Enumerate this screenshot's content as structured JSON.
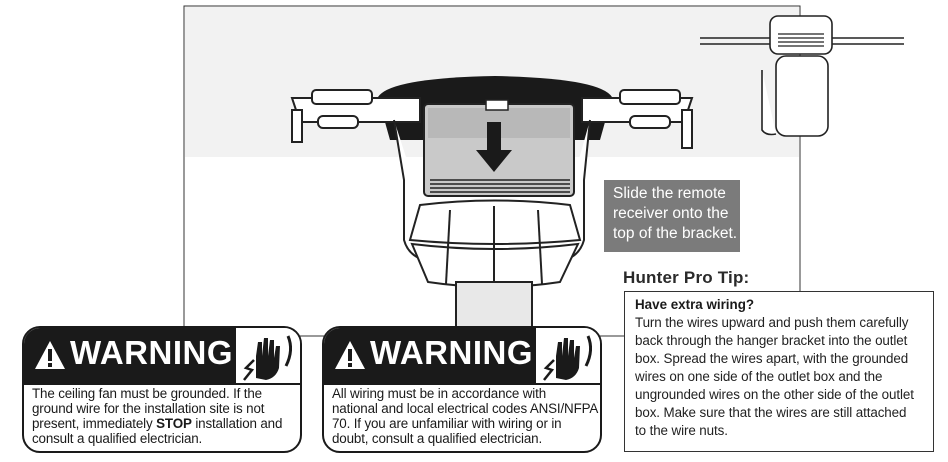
{
  "callout": {
    "lines": [
      "Slide the remote",
      "receiver onto the",
      "top of the bracket."
    ]
  },
  "pro_tip": {
    "heading": "Hunter Pro Tip:",
    "question": "Have extra wiring?",
    "body_lines": [
      "Turn the wires upward and push them carefully",
      "back through the hanger bracket into the outlet",
      "box. Spread the wires apart, with the grounded",
      "wires on one side of the outlet box and the",
      "ungrounded wires on the other side of the outlet",
      "box. Make sure that the wires are still attached",
      "to the wire nuts."
    ]
  },
  "warnings": [
    {
      "title": "WARNING",
      "lines": [
        "The ceiling fan must be grounded. If the",
        "ground wire for the installation site is not",
        "present, immediately ",
        "STOP",
        " installation and",
        "consult a qualified electrician."
      ]
    },
    {
      "title": "WARNING",
      "lines": [
        "All wiring must be in accordance with",
        "national and local electrical codes ANSI/NFPA",
        "70.  If you are unfamiliar with wiring or in",
        "doubt, consult a qualified electrician."
      ]
    }
  ],
  "icons": [
    "warning-triangle-icon",
    "electric-shock-hand-icon",
    "down-arrow-icon"
  ],
  "colors": {
    "callout_bg": "#7b7b7b",
    "warning_black": "#1a1a1a",
    "frame_gray": "#f2f2f2"
  }
}
